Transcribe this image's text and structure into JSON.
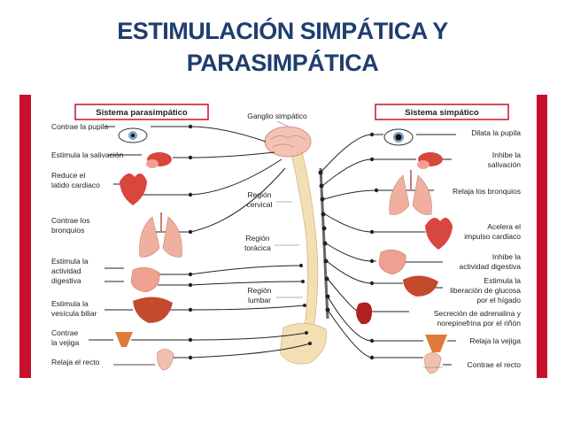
{
  "slide": {
    "title_line1": "ESTIMULACIÓN SIMPÁTICA Y",
    "title_line2": "PARASIMPÁTICA"
  },
  "diagram": {
    "parasympathetic_header": "Sistema parasimpático",
    "sympathetic_header": "Sistema simpático",
    "ganglion_label": "Ganglio simpático",
    "regions": {
      "cervical": [
        "Región",
        "cervical"
      ],
      "thoracic": [
        "Región",
        "torácica"
      ],
      "lumbar": [
        "Región",
        "lumbar"
      ]
    },
    "parasympathetic_effects": [
      [
        "Contrae la pupila"
      ],
      [
        "Estimula la salivación"
      ],
      [
        "Reduce el",
        "latido cardiaco"
      ],
      [
        "Contrae los",
        "bronquios"
      ],
      [
        "Estimula la",
        "actividad",
        "digestiva"
      ],
      [
        "Estimula la",
        "vesícula biliar"
      ],
      [
        "Contrae",
        "la vejiga"
      ],
      [
        "Relaja el recto"
      ]
    ],
    "sympathetic_effects": [
      [
        "Dilata la pupila"
      ],
      [
        "Inhibe la",
        "salivación"
      ],
      [
        "Relaja los bronquios"
      ],
      [
        "Acelera el",
        "impulso cardiaco"
      ],
      [
        "Inhibe la",
        "actividad digestiva"
      ],
      [
        "Estimula la",
        "liberación de glucosa",
        "por el hígado"
      ],
      [
        "Secreción de adrenalina y",
        "norepinefrina por el riñón"
      ],
      [
        "Relaja la vejiga"
      ],
      [
        "Contrae el recto"
      ]
    ],
    "colors": {
      "accent_red": "#c8102e",
      "header_border": "#c8102e",
      "title_blue": "#1f3e6e",
      "organ_red": "#d9463e",
      "spine_cream": "#f3dfb4",
      "brain_pink": "#f2c3b4"
    }
  }
}
